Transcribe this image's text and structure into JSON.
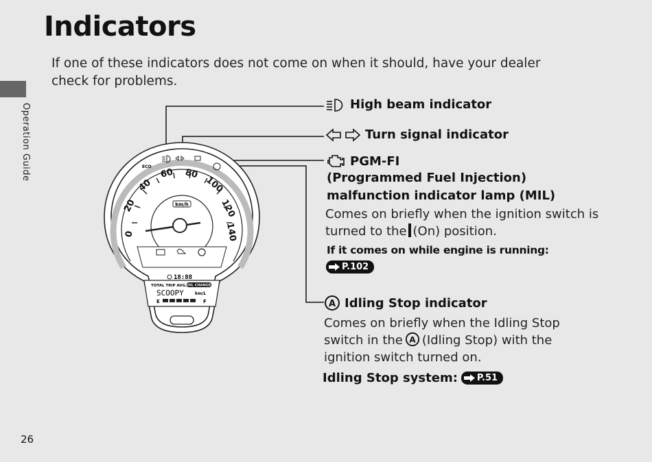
{
  "page": {
    "title": "Indicators",
    "intro": "If one of these indicators does not come on when it should, have your dealer check for problems.",
    "side_label": "Operation Guide",
    "page_number": "26"
  },
  "indicators": {
    "high_beam": {
      "label": "High beam indicator",
      "icon": "high-beam-icon"
    },
    "turn_signal": {
      "label": "Turn signal indicator",
      "icon": "turn-signal-icon"
    },
    "pgm_fi": {
      "label": "PGM-FI",
      "line2": "(Programmed Fuel Injection)",
      "line3": "malfunction indicator lamp (MIL)",
      "icon": "engine-icon",
      "desc_before": "Comes on briefly when the ignition switch is turned to the",
      "desc_after": "(On) position.",
      "running_note": "If it comes on while engine is running:",
      "ref": "P.102"
    },
    "idling_stop": {
      "label": "Idling Stop indicator",
      "icon": "idling-stop-icon",
      "desc_line1": "Comes on briefly when the Idling Stop",
      "desc_line2_before": "switch in the",
      "desc_line2_after": "(Idling Stop) with the",
      "desc_line3": "ignition switch turned on.",
      "system_label": "Idling Stop system:",
      "ref": "P.51"
    }
  },
  "gauge": {
    "eco_label": "ECO",
    "speeds": [
      "0",
      "20",
      "40",
      "60",
      "80",
      "100",
      "120",
      "140"
    ],
    "unit_badge": "km/h",
    "clock": "18:88",
    "trip_label": "TOTAL TRIP AVG.",
    "oil_label": "OIL CHANGE",
    "display_text": "SCOOPY",
    "display_unit": "km/L",
    "fuel_e": "E",
    "fuel_f": "F"
  }
}
